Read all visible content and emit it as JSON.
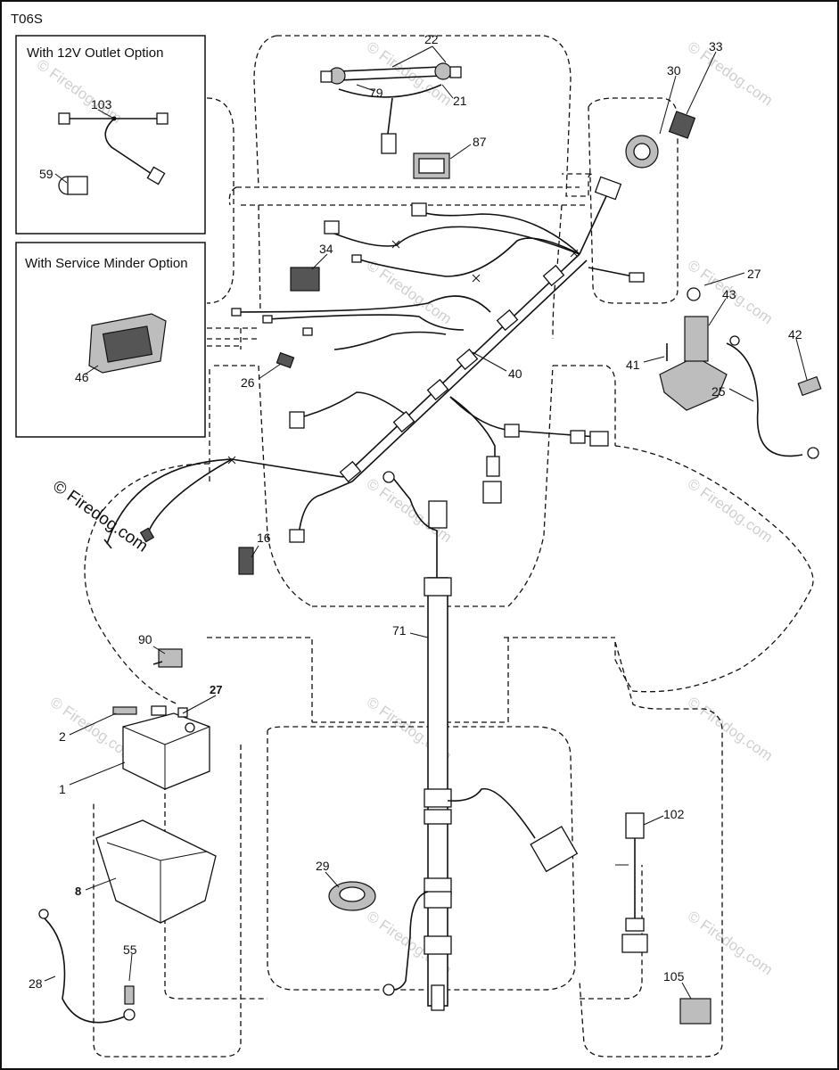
{
  "diagram_code": "T06S",
  "options": {
    "outlet": {
      "title": "With 12V Outlet Option"
    },
    "minder": {
      "title": "With Service Minder Option"
    }
  },
  "watermark": {
    "text": "© Firedog.com"
  },
  "labels": {
    "p1": "1",
    "p2": "2",
    "p8": "8",
    "p16": "16",
    "p21": "21",
    "p22": "22",
    "p25": "25",
    "p26": "26",
    "p27a": "27",
    "p27b": "27",
    "p28": "28",
    "p29": "29",
    "p30": "30",
    "p33": "33",
    "p34": "34",
    "p40": "40",
    "p41": "41",
    "p42": "42",
    "p43": "43",
    "p46": "46",
    "p55": "55",
    "p59": "59",
    "p71": "71",
    "p79": "79",
    "p87": "87",
    "p90": "90",
    "p102": "102",
    "p103": "103",
    "p105": "105"
  }
}
